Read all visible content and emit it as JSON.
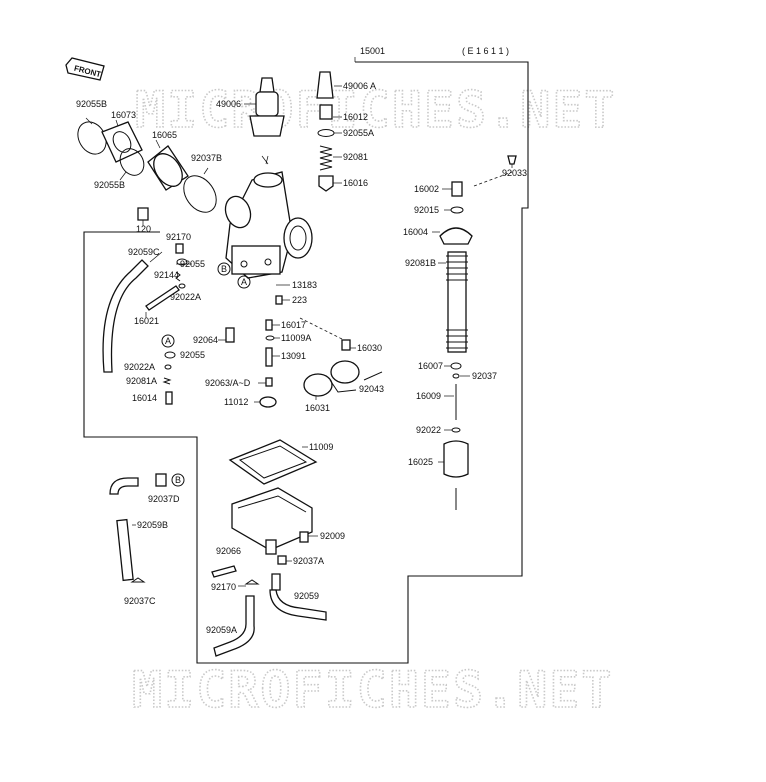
{
  "diagram": {
    "code": "( E 1 6 1 1 )",
    "front_arrow": "FRONT",
    "watermark_top": "MICROFICHES.NET",
    "watermark_bottom": "MICROFICHES.NET",
    "callouts": {
      "a": "A",
      "b": "B"
    },
    "parts": {
      "p15001": "15001",
      "p49006": "49006",
      "p49006a": "49006 A",
      "p16012": "16012",
      "p92055a": "92055A",
      "p92081": "92081",
      "p16016": "16016",
      "p92055b_1": "92055B",
      "p16073": "16073",
      "p16065": "16065",
      "p92037b": "92037B",
      "p92055b_2": "92055B",
      "p120": "120",
      "p92170_1": "92170",
      "p92059c": "92059C",
      "p92055_1": "92055",
      "p92144": "92144",
      "p92022a_1": "92022A",
      "p16021": "16021",
      "p13183": "13183",
      "p223": "223",
      "p16017": "16017",
      "p11009a": "11009A",
      "p16030": "16030",
      "p92064": "92064",
      "p13091": "13091",
      "p92055_2": "92055",
      "p92022a_2": "92022A",
      "p92081a": "92081A",
      "p14014": "16014",
      "p92063": "92063/A~D",
      "p11012": "11012",
      "p16031": "16031",
      "p92043": "92043",
      "p16002": "16002",
      "p92033": "92033",
      "p92015": "92015",
      "p16004": "16004",
      "p92081b": "92081B",
      "p16007": "16007",
      "p92037_1": "92037",
      "p16009": "16009",
      "p92022": "92022",
      "p16025": "16025",
      "p11009": "11009",
      "p92037d": "92037D",
      "p92059b": "92059B",
      "p92009": "92009",
      "p92066": "92066",
      "p92037a": "92037A",
      "p92170_2": "92170",
      "p92059": "92059",
      "p92037c": "92037C",
      "p92059a": "92059A"
    }
  }
}
